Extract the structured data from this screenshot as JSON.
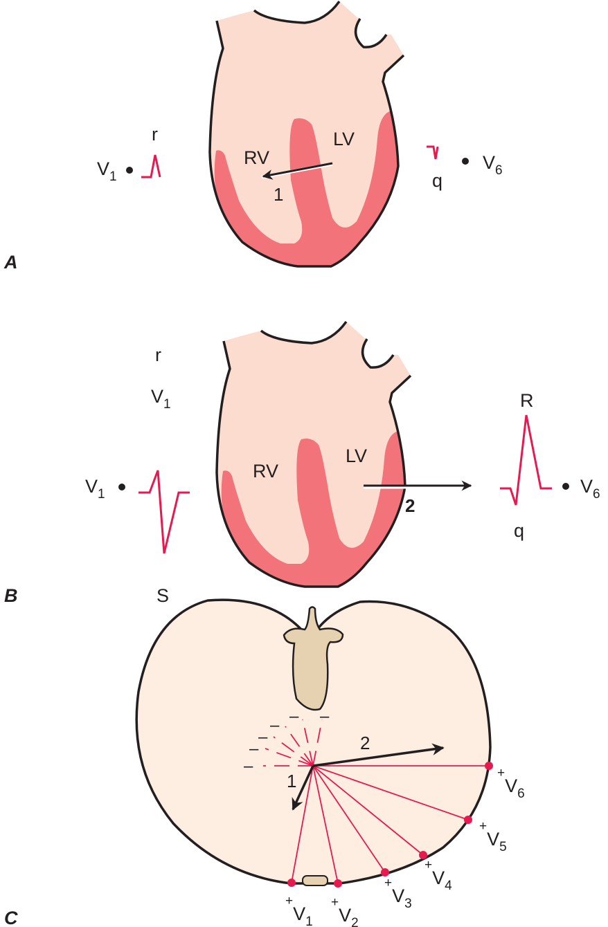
{
  "colors": {
    "myocardium_light": "#fbdccf",
    "myocardium_dark": "#f2737a",
    "ecg_trace": "#e8194f",
    "torso": "#fdeee1",
    "bone": "#e6d2b0",
    "outline": "#231f20"
  },
  "panel_a": {
    "letter": "A",
    "rv": "RV",
    "lv": "LV",
    "vector": "1",
    "v1_lead": "V",
    "v1_sub": "1",
    "v1_wave": "r",
    "v6_lead": "V",
    "v6_sub": "6",
    "v6_wave": "q"
  },
  "panel_b": {
    "letter": "B",
    "rv": "RV",
    "lv": "LV",
    "vector": "2",
    "v1_title": "V",
    "v1_title_sub": "1",
    "v1_lead": "V",
    "v1_sub": "1",
    "v1_r": "r",
    "v1_s": "S",
    "v6_lead": "V",
    "v6_sub": "6",
    "v6_R": "R",
    "v6_q": "q"
  },
  "panel_c": {
    "letter": "C",
    "vector_1": "1",
    "vector_2": "2",
    "negative_sign": "–",
    "positive_sign": "+",
    "leads": [
      {
        "name": "V",
        "sub": "1"
      },
      {
        "name": "V",
        "sub": "2"
      },
      {
        "name": "V",
        "sub": "3"
      },
      {
        "name": "V",
        "sub": "4"
      },
      {
        "name": "V",
        "sub": "5"
      },
      {
        "name": "V",
        "sub": "6"
      }
    ]
  }
}
